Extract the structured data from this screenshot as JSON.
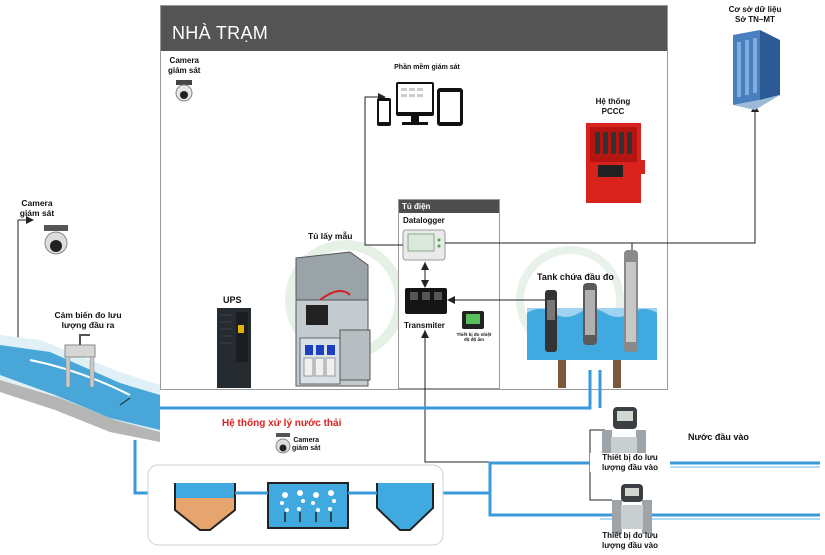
{
  "station": {
    "title": "NHÀ TRẠM",
    "camera_label_line1": "Camera",
    "camera_label_line2": "giám sát"
  },
  "software": {
    "label": "Phần mềm giám sát",
    "devices": [
      "smartphone",
      "desktop-monitor",
      "tablet"
    ]
  },
  "fire_system": {
    "label_line1": "Hệ thống",
    "label_line2": "PCCC"
  },
  "database": {
    "label_line1": "Cơ sở dữ liệu",
    "label_line2": "Sở TN–MT"
  },
  "cabinet": {
    "title": "Tủ điện",
    "datalogger": "Datalogger",
    "transmitter": "Transmiter",
    "sensor_label_line1": "Thiết bị đo nhiệt",
    "sensor_label_line2": "độ độ ẩm"
  },
  "sampler": {
    "label": "Tủ lấy mẫu"
  },
  "ups": {
    "label": "UPS"
  },
  "tank": {
    "label": "Tank chứa đầu đo"
  },
  "outdoor_camera": {
    "label_line1": "Camera",
    "label_line2": "giám sát"
  },
  "outflow_sensor": {
    "label_line1": "Cảm biến đo lưu",
    "label_line2": "lượng đầu ra"
  },
  "treatment": {
    "title": "Hệ thống xử lý nước thải",
    "camera_line1": "Camera",
    "camera_line2": "giám sát"
  },
  "inflow": {
    "label": "Nước đầu vào",
    "meter1_line1": "Thiết bị đo lưu",
    "meter1_line2": "lượng đầu vào",
    "meter2_line1": "Thiết bị đo lưu",
    "meter2_line2": "lượng đầu vào"
  },
  "colors": {
    "header": "#545454",
    "pipe": "#3a9ad9",
    "line": "#222222",
    "fire_red": "#d9221c",
    "title_red": "#e02020",
    "water": "#3fa9e0"
  }
}
